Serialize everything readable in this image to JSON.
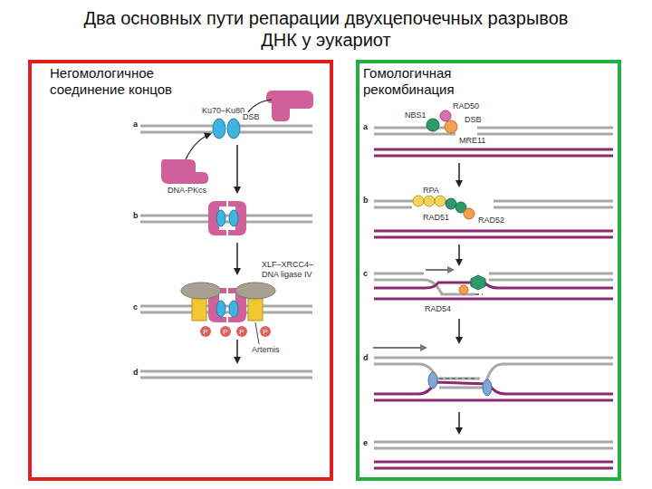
{
  "diagram": {
    "title": "Два основных пути репарации двухцепочечных разрывов ДНК у эукариот",
    "nodes": [
      {
        "text": [
          "Негомологичное соединение концов"
        ]
      },
      {
        "text": [
          "Гомологичная рекомбинация"
        ]
      }
    ],
    "labels": [
      "a",
      "Ku70–Ku80",
      "DSB",
      "DNA-PKcs",
      "b",
      "XLF–XRCC4– DNA ligase IV",
      "c",
      "P",
      "P",
      "P",
      "P",
      "Artemis",
      "d",
      "RAD50",
      "NBS1",
      "a",
      "DSB",
      "MRE11",
      "b",
      "RPA",
      "RAD51",
      "RAD52",
      "c",
      "RAD54",
      "d",
      "e"
    ]
  }
}
